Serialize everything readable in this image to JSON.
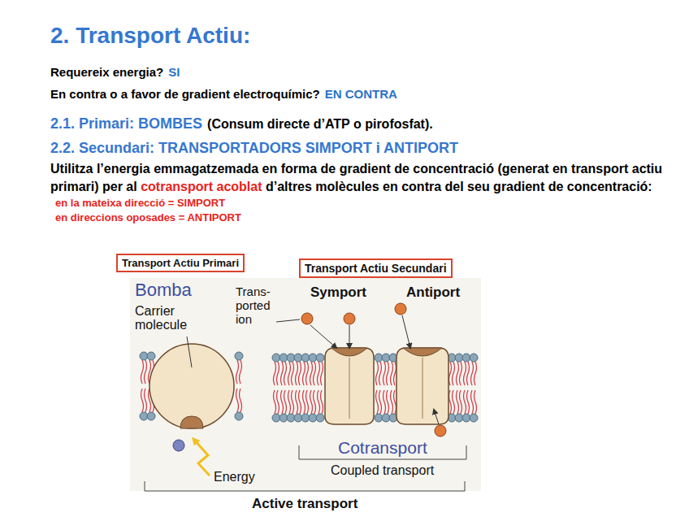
{
  "diagram": {
    "title": "2. Transport Actiu:",
    "nodes": [
      {
        "text": [
          "Transport Actiu Primari"
        ]
      },
      {
        "text": [
          "Transport Actiu Secundari"
        ]
      }
    ],
    "labels": [
      "Requereix energia?",
      "SI",
      "En contra o a favor de gradient electroquímic?",
      "EN CONTRA",
      "2.1. Primari: BOMBES",
      "(Consum directe d’ATP o pirofosfat).",
      "2.2. Secundari: TRANSPORTADORS SIMPORT i ANTIPORT",
      "Utilitza l’energia emmagatzemada en forma de gradient de concentració (generat en transport actiu primari) per al",
      "cotransport acoblat",
      "d’altres molècules en contra del seu gradient de concentració:",
      "en la mateixa direcció = SIMPORT",
      "en direccions oposades = ANTIPORT",
      "Bomba",
      "Carrier molecule",
      "Trans- ported ion",
      "Symport",
      "Antiport",
      "Energy",
      "Cotransport",
      "Coupled transport",
      "Active transport"
    ]
  }
}
